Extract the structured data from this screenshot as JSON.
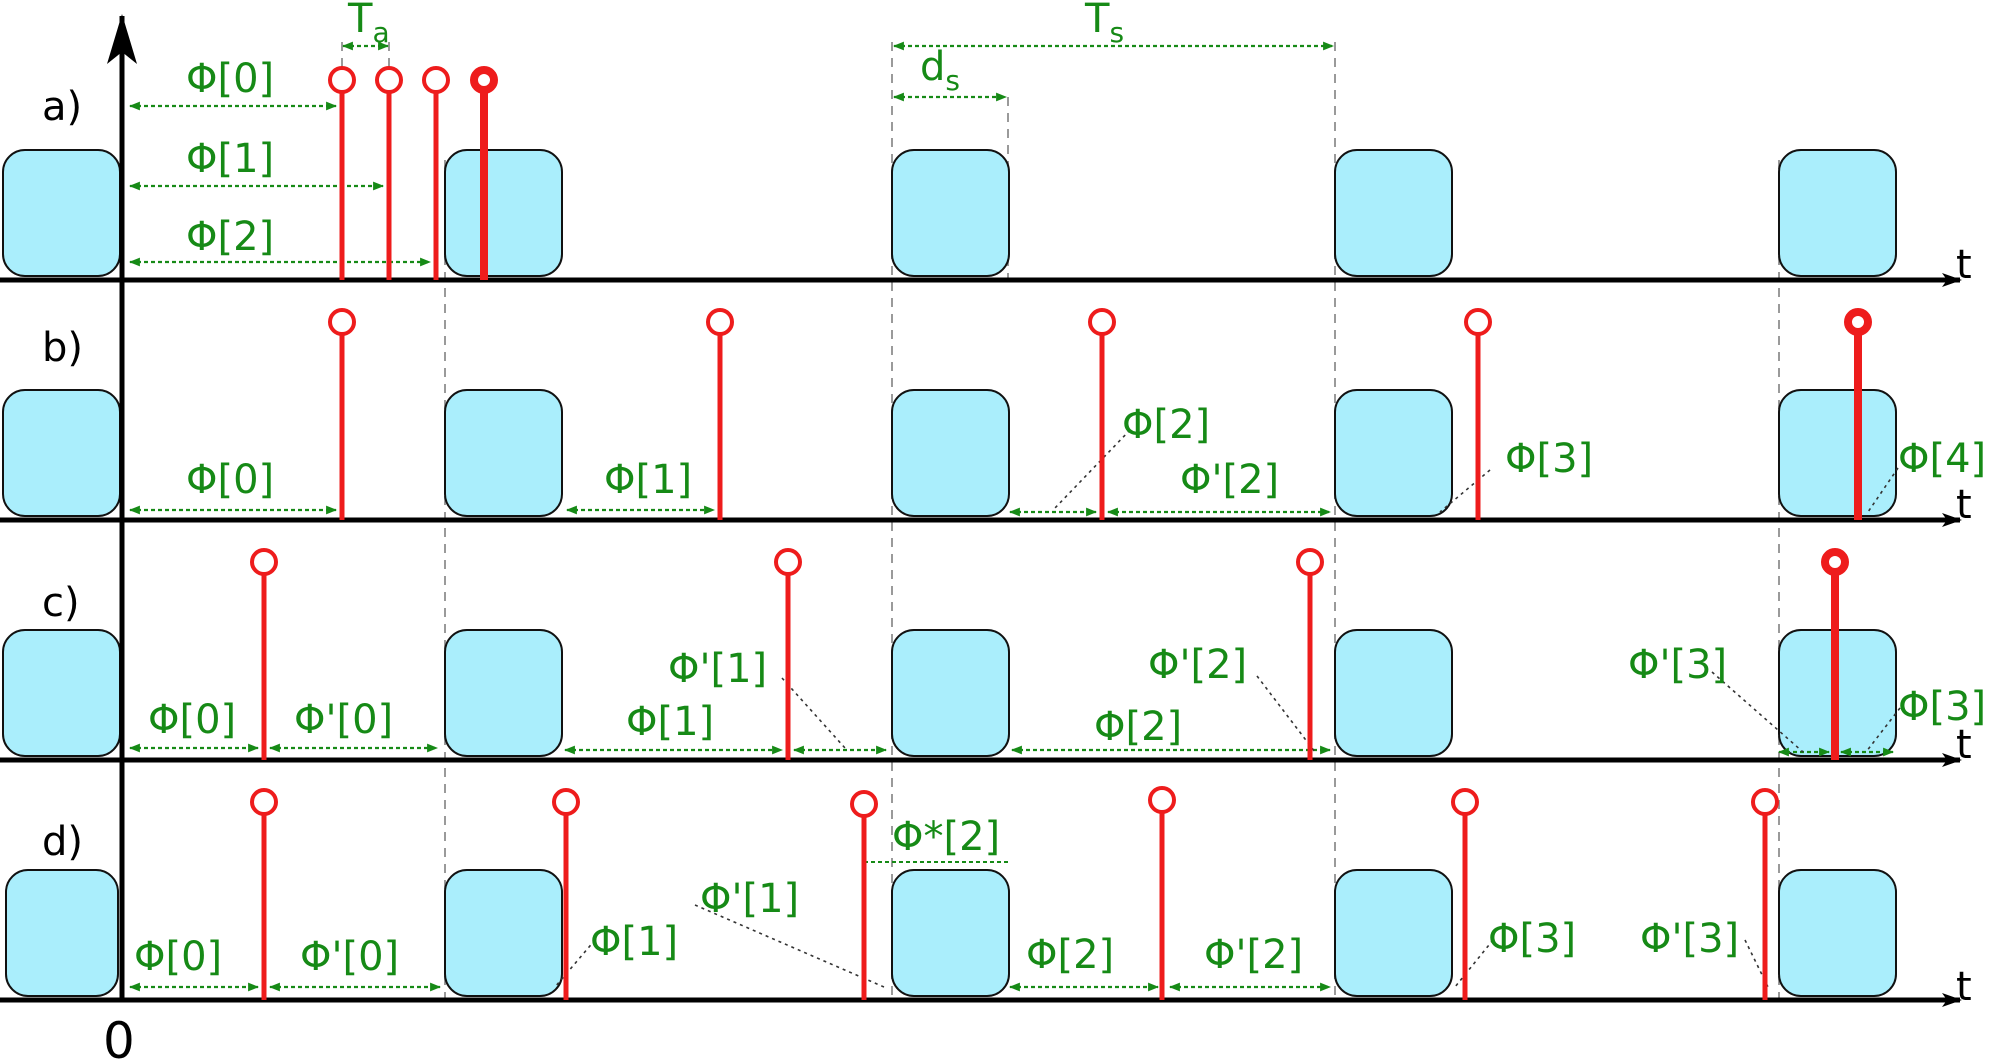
{
  "diagram": {
    "panel_labels": [
      "a)",
      "b)",
      "c)",
      "d)"
    ],
    "axis_label": "t",
    "origin_label": "0",
    "top": {
      "ta_main": "T",
      "ta_sub": "a",
      "ts_main": "T",
      "ts_sub": "s",
      "ds_main": "d",
      "ds_sub": "s"
    },
    "annotations": {
      "a": [
        "Φ[0]",
        "Φ[1]",
        "Φ[2]"
      ],
      "b": [
        "Φ[0]",
        "Φ[1]",
        "Φ[2]",
        "Φ'[2]",
        "Φ[3]",
        "Φ[4]"
      ],
      "c": [
        "Φ[0]",
        "Φ'[0]",
        "Φ'[1]",
        "Φ[1]",
        "Φ'[2]",
        "Φ[2]",
        "Φ'[3]",
        "Φ[3]"
      ],
      "d": [
        "Φ[0]",
        "Φ'[0]",
        "Φ*[2]",
        "Φ'[1]",
        "Φ[1]",
        "Φ[2]",
        "Φ'[2]",
        "Φ[3]",
        "Φ'[3]"
      ]
    },
    "colors": {
      "block_fill": "#aaeefc",
      "block_stroke": "#111111",
      "pulse": "#ee1c1c",
      "annotation": "#168a16",
      "axis": "#000000",
      "guide": "#9a9a9a"
    }
  }
}
